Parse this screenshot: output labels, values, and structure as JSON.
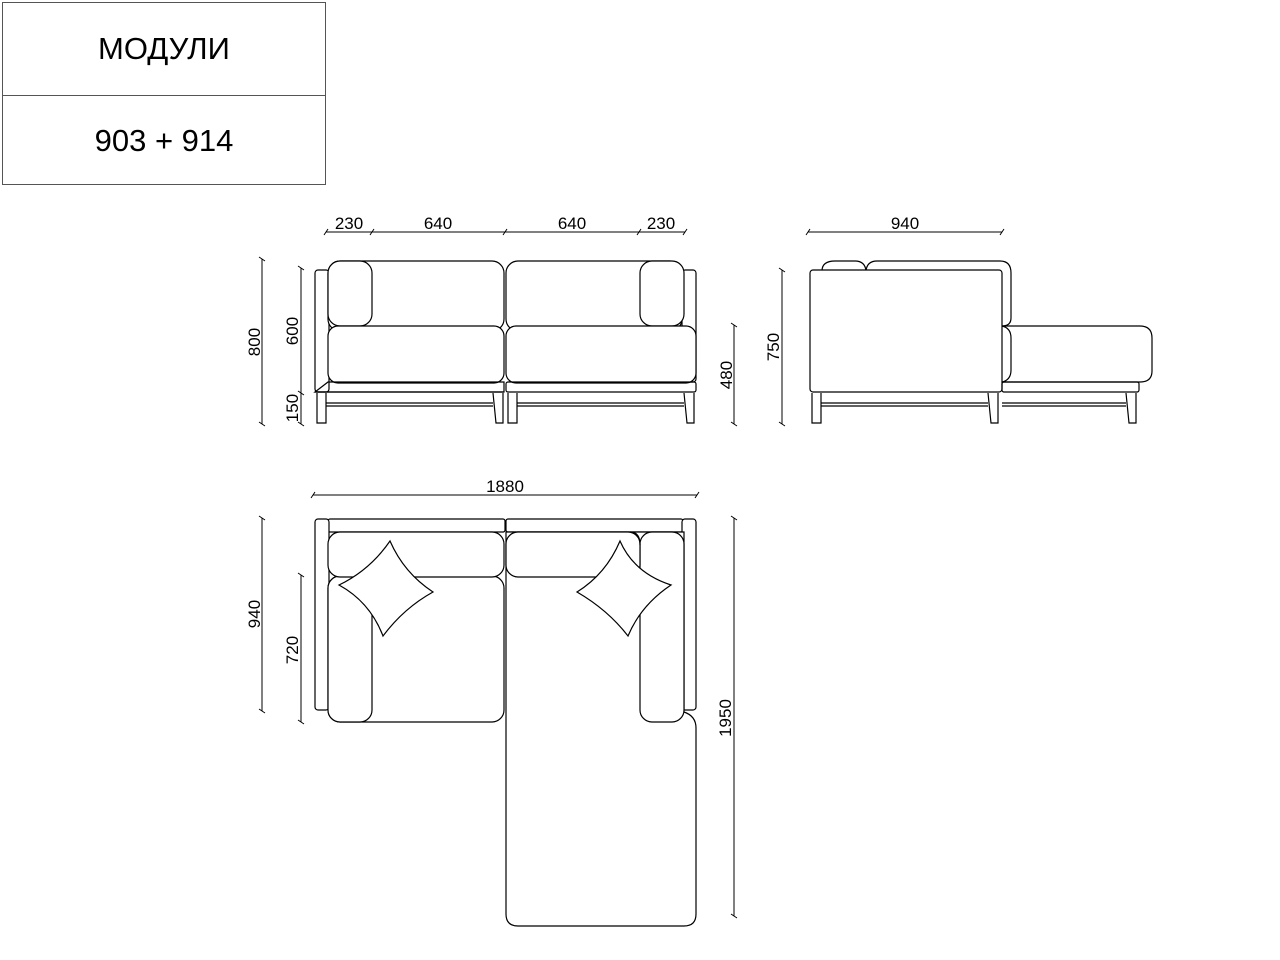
{
  "title_block": {
    "heading": "МОДУЛИ",
    "modules": "903 + 914"
  },
  "front_view": {
    "width_dims": [
      "230",
      "640",
      "640",
      "230"
    ],
    "height_total": "800",
    "height_back": "600",
    "height_legs": "150",
    "seat_height": "480"
  },
  "side_view": {
    "depth": "940",
    "height": "750"
  },
  "top_view": {
    "total_width": "1880",
    "depth": "940",
    "seat_depth": "720",
    "chaise_length": "1950"
  }
}
